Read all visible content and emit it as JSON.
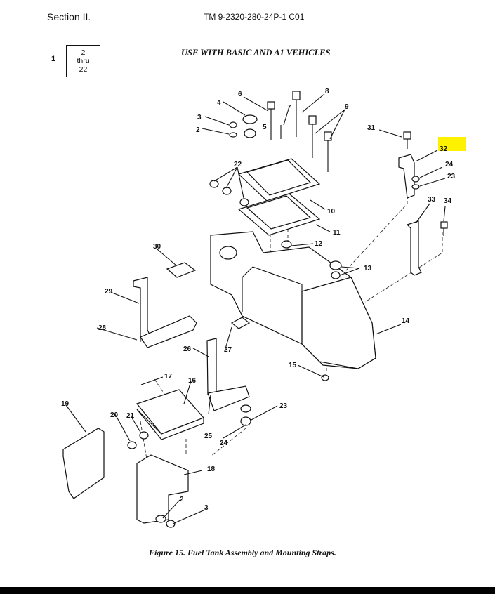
{
  "header": {
    "section": "Section II.",
    "tm_number": "TM 9-2320-280-24P-1  C01"
  },
  "subtitle": "USE WITH BASIC AND A1 VEHICLES",
  "key_box": {
    "item": "1",
    "range_start": "2",
    "range_word": "thru",
    "range_end": "22"
  },
  "caption": "Figure 15. Fuel Tank Assembly and Mounting Straps.",
  "highlight_color": "#fff200",
  "callouts": [
    "2",
    "3",
    "4",
    "5",
    "6",
    "7",
    "8",
    "9",
    "31",
    "32",
    "24",
    "23",
    "22",
    "10",
    "11",
    "12",
    "13",
    "33",
    "34",
    "30",
    "29",
    "28",
    "14",
    "27",
    "26",
    "15",
    "17",
    "16",
    "19",
    "20",
    "21",
    "23",
    "25",
    "24",
    "18",
    "2",
    "3"
  ]
}
